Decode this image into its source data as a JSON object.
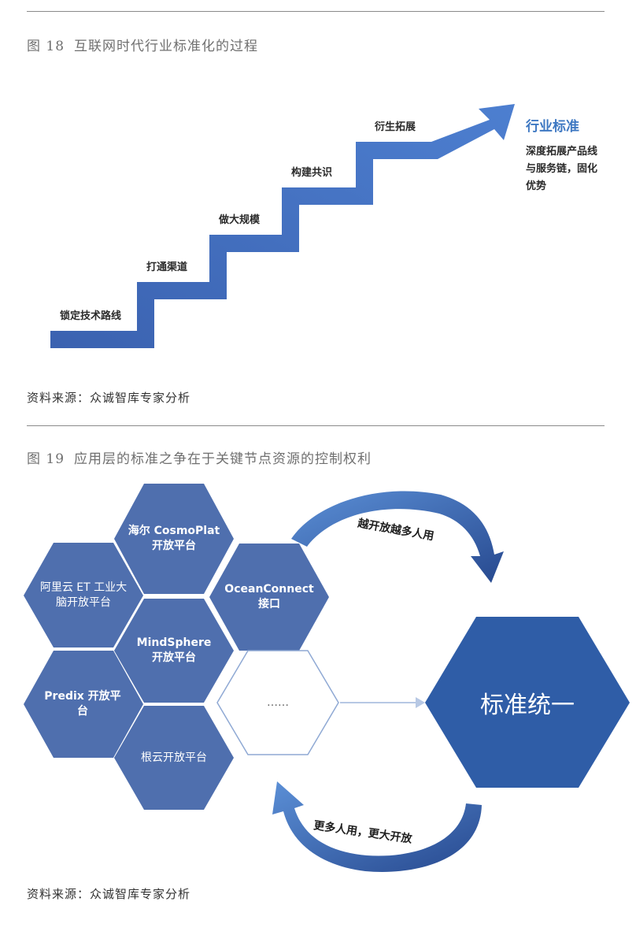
{
  "fig18": {
    "number": "图 18",
    "title": "互联网时代行业标准化的过程",
    "steps": [
      "锁定技术路线",
      "打通渠道",
      "做大规模",
      "构建共识",
      "衍生拓展"
    ],
    "goal_title": "行业标准",
    "goal_desc": "深度拓展产品线与服务链，固化优势",
    "source": "资料来源：众诚智库专家分析"
  },
  "fig19": {
    "number": "图 19",
    "title": "应用层的标准之争在于关键节点资源的控制权利",
    "platforms": {
      "haier": "海尔 CosmoPlat 开放平台",
      "aliyun": "阿里云 ET 工业大脑开放平台",
      "oceanconnect": "OceanConnect 接口",
      "mindsphere": "MindSphere 开放平台",
      "predix": "Predix 开放平台",
      "ellipsis": "……",
      "genyun": "根云开放平台"
    },
    "target": "标准统一",
    "arrow_top": "越开放越多人用",
    "arrow_bottom": "更多人用，更大开放",
    "source": "资料来源：众诚智库专家分析"
  },
  "colors": {
    "accent_blue": "#4a70b4",
    "hex_fill": "#4f6fae",
    "target_fill": "#2f5da7",
    "goal_title": "#3e78c2"
  }
}
